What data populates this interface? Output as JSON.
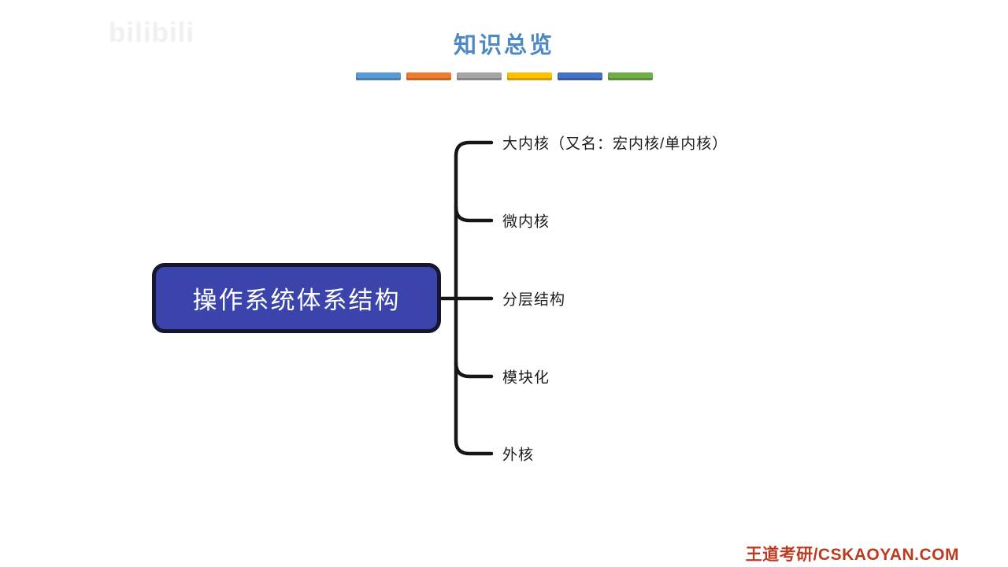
{
  "watermark": {
    "logo_text": "bilibili"
  },
  "header": {
    "title": "知识总览",
    "title_color": "#4e89c6",
    "accent_bars": [
      "#5B9BD5",
      "#ED7D31",
      "#A5A5A5",
      "#FFC000",
      "#4472C4",
      "#70AD47"
    ]
  },
  "mindmap": {
    "root_label": "操作系统体系结构",
    "root_fill": "#3b44aa",
    "root_border": "#16162f",
    "root_text_color": "#ffffff",
    "line_color": "#161616",
    "branches": [
      "大内核（又名：宏内核/单内核）",
      "微内核",
      "分层结构",
      "模块化",
      "外核"
    ]
  },
  "footer": {
    "brand": "王道考研/CSKAOYAN.COM",
    "color": "#bc3a20"
  }
}
